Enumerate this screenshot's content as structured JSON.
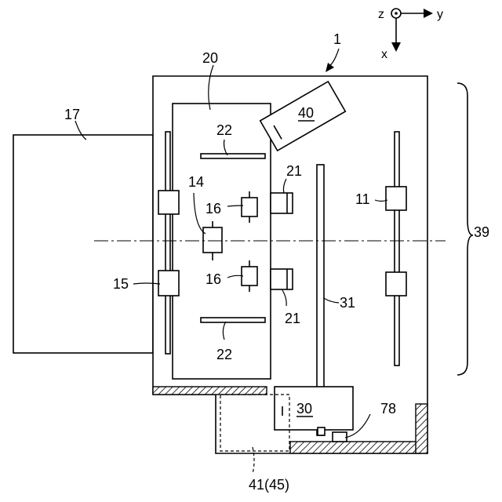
{
  "axes": {
    "z": "z",
    "y": "y",
    "x": "x"
  },
  "labels": {
    "device": "1",
    "housing_left": "17",
    "stage": "20",
    "rail_a": "22",
    "rail_b": "22",
    "component_14": "14",
    "probe_upper": "16",
    "probe_lower": "16",
    "holder_upper": "21",
    "holder_lower": "21",
    "guide": "31",
    "mover_right": "11",
    "mover_left": "15",
    "head": "40",
    "base_unit": "30",
    "sensor": "78",
    "region": "39",
    "unit_below": "41(45)"
  }
}
